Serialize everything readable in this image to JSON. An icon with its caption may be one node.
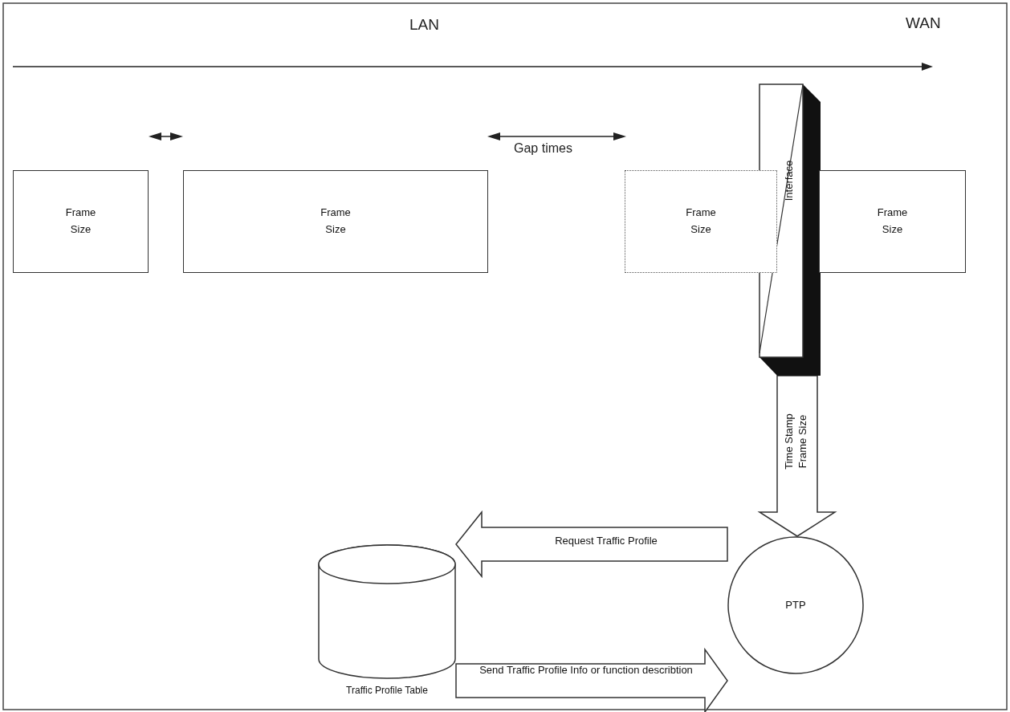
{
  "diagram": {
    "nodes": [
      {
        "text": [
          "Frame Size"
        ]
      },
      {
        "text": [
          "Frame Size"
        ]
      },
      {
        "text": [
          "Frame Size"
        ]
      },
      {
        "text": [
          "Interface"
        ]
      },
      {
        "text": [
          "Frame Size"
        ]
      },
      {
        "text": [
          "PTP"
        ]
      },
      {
        "text": [
          "Traffic Profile Table"
        ]
      }
    ],
    "edges": [
      {
        "from": 3,
        "to": 5,
        "arrow": "to",
        "label": "Time Stamp Frame Size"
      },
      {
        "from": 5,
        "to": 6,
        "arrow": "to",
        "label": "Request Traffic Profile"
      },
      {
        "from": 6,
        "to": 5,
        "arrow": "to",
        "label": "Send Traffic Profile Info or function describtion"
      }
    ],
    "labels": [
      "LAN",
      "WAN",
      "Gap times"
    ]
  }
}
